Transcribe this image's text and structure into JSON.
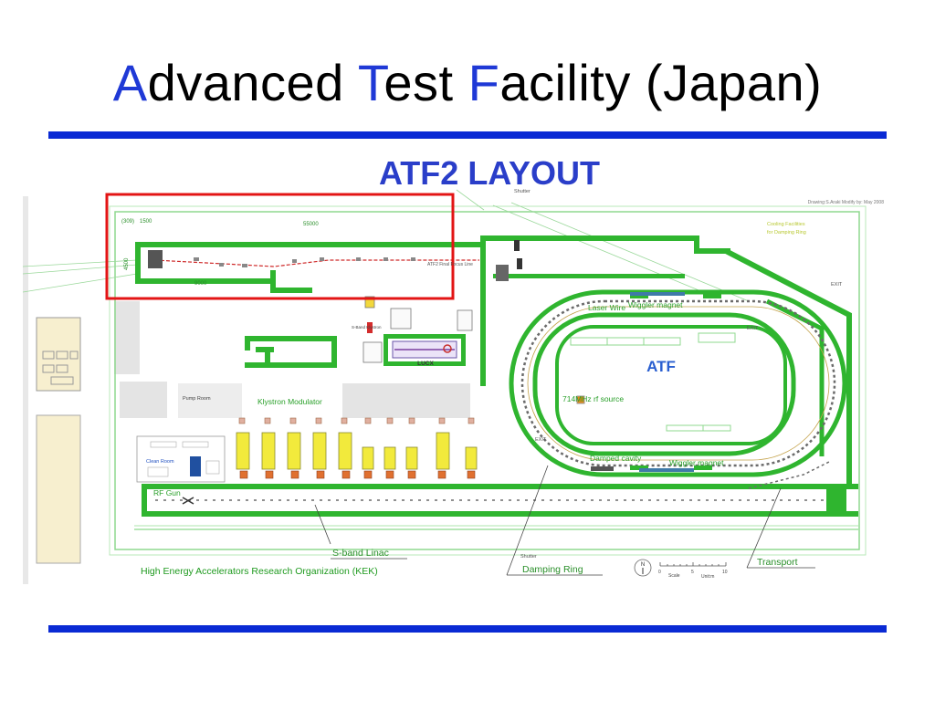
{
  "slide": {
    "title_parts": [
      {
        "initial": "A",
        "rest": "dvanced "
      },
      {
        "initial": "T",
        "rest": "est "
      },
      {
        "initial": "F",
        "rest": "acility (Japan)"
      }
    ]
  },
  "diagram": {
    "heading": "ATF2  LAYOUT",
    "drawing_note": "Drawing:S.Araki  Modify by: May 2008",
    "shutter_top": "Shutter",
    "shutter_bottom": "Shutter",
    "dim_left": "(309)",
    "dim_1500": "1500",
    "dim_55000": "55000",
    "dim_9000": "9000",
    "dim_height": "4500",
    "beamline_label": "ATF2 Final Focus Line",
    "exit_top_right": "EXIT",
    "exit_ring_right": "EXIT",
    "exit_ring_left": "EXIT",
    "cooling_line1": "Cooling Facilities",
    "cooling_line2": "for Damping Ring",
    "laser_wire": "Laser Wire",
    "wiggler_top": "Wiggler magnet",
    "wiggler_bottom": "Wiggler magnet",
    "damped_cavity": "Damped cavity",
    "ring_label": "ATF",
    "rf_source": "714MHz rf  source",
    "lucx": "LUCX",
    "sband_klystron": "S-Band Klystron",
    "pump_room": "Pump Room",
    "klystron_modulator": "Klystron Modulator",
    "clean_room": "Clean Room",
    "rf_gun": "RF Gun",
    "sband_linac": "S-band Linac",
    "damping_ring": "Damping Ring",
    "transport": "Transport",
    "organization": "High Energy Accelerators Research Organization (KEK)",
    "scale_label": "Scale",
    "scale_unit": "Unit:m",
    "scale_ticks": [
      "0",
      "5",
      "10"
    ],
    "north": "N"
  },
  "colors": {
    "title_initial": "#1f39d6",
    "rule": "#0a2ad4",
    "heading": "#2a3ec9",
    "wall_green": "#2fb52f",
    "highlight_red": "#e31414",
    "modulator_yellow": "#f2ea3c"
  }
}
